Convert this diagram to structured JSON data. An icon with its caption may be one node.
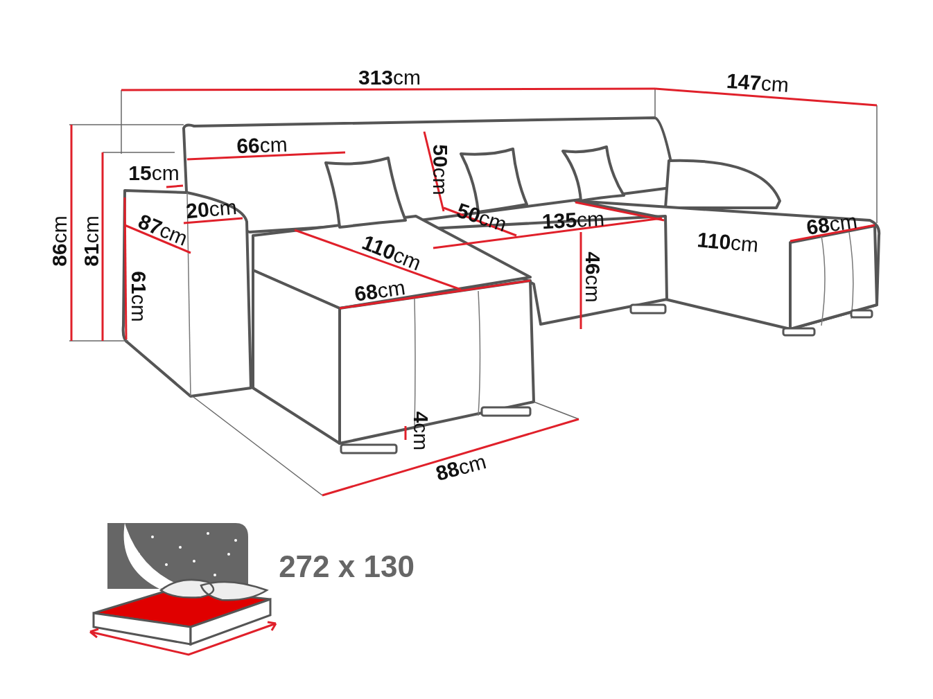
{
  "diagram": {
    "labels": [
      "**313**cm",
      "**147**cm",
      "**66**cm",
      "**50**cm",
      "**15**cm",
      "**20**cm",
      "**87**cm",
      "**86**cm",
      "**81**cm",
      "**61**cm",
      "**50**cm",
      "**135**cm",
      "**110**cm",
      "**68**cm",
      "**110**cm",
      "**46**cm",
      "**68**cm",
      "**4**cm",
      "**88**cm",
      "272 x 130"
    ]
  }
}
